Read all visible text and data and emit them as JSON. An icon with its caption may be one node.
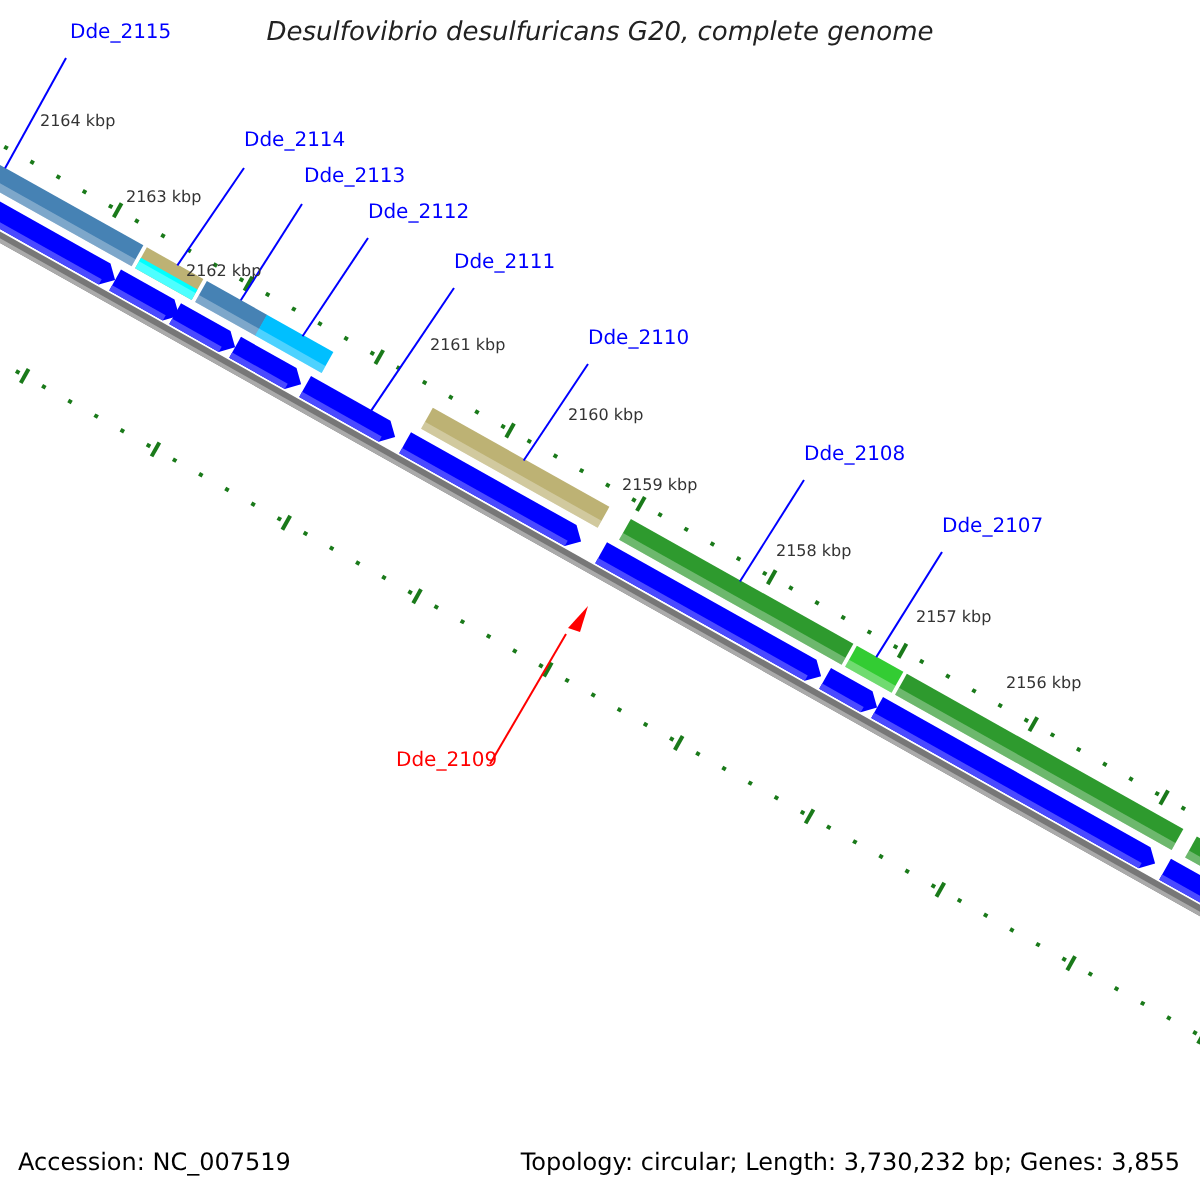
{
  "diagram": {
    "title": "Desulfovibrio desulfuricans G20, complete genome",
    "nodes": [
      {
        "text": [
          "Dde_2115"
        ]
      },
      {
        "text": [
          "Dde_2114"
        ]
      },
      {
        "text": [
          "Dde_2113"
        ]
      },
      {
        "text": [
          "Dde_2112"
        ]
      },
      {
        "text": [
          "Dde_2111"
        ]
      },
      {
        "text": [
          "Dde_2110"
        ]
      },
      {
        "text": [
          "Dde_2108"
        ]
      },
      {
        "text": [
          "Dde_2107"
        ]
      },
      {
        "text": [
          "Dde_2109"
        ]
      },
      {
        "text": [],
        "shape": "bar"
      },
      {
        "text": [],
        "shape": "bar"
      },
      {
        "text": [],
        "shape": "bar"
      },
      {
        "text": [],
        "shape": "bar"
      },
      {
        "text": [],
        "shape": "bar"
      },
      {
        "text": [],
        "shape": "bar"
      },
      {
        "text": [],
        "shape": "bar"
      },
      {
        "text": [],
        "shape": "bar"
      },
      {
        "text": [],
        "shape": "triangle"
      }
    ],
    "edges": [
      {
        "from": 0,
        "to": 9,
        "arrow": "none"
      },
      {
        "from": 1,
        "to": 10,
        "arrow": "none"
      },
      {
        "from": 2,
        "to": 11,
        "arrow": "none"
      },
      {
        "from": 3,
        "to": 12,
        "arrow": "none"
      },
      {
        "from": 4,
        "to": 13,
        "arrow": "none"
      },
      {
        "from": 5,
        "to": 14,
        "arrow": "none"
      },
      {
        "from": 6,
        "to": 15,
        "arrow": "none"
      },
      {
        "from": 7,
        "to": 16,
        "arrow": "none"
      },
      {
        "from": 8,
        "to": 17,
        "arrow": "none",
        "color": "#ff0000"
      }
    ],
    "labels": [
      "2164 kbp",
      "2163 kbp",
      "2162 kbp",
      "2161 kbp",
      "2160 kbp",
      "2159 kbp",
      "2158 kbp",
      "2157 kbp",
      "2156 kbp",
      "Accession: NC_007519",
      "Topology: circular; Length: 3,730,232 bp; Genes: 3,855"
    ]
  }
}
